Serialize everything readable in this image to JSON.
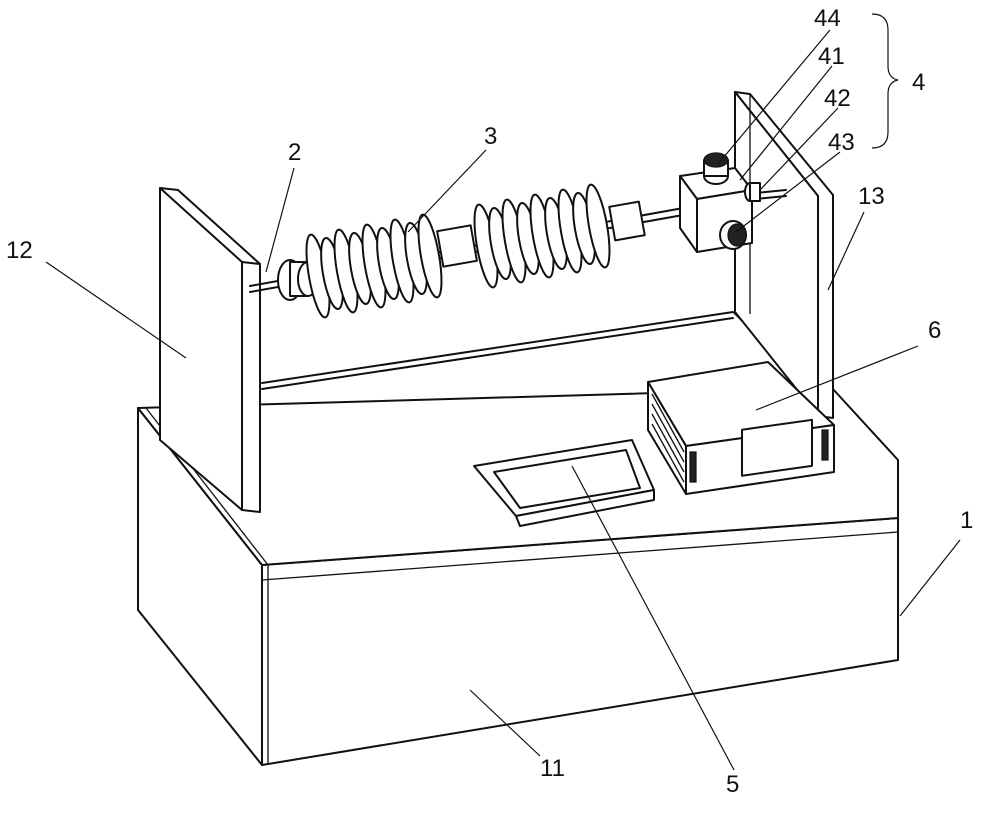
{
  "labels": {
    "l1": "1",
    "l2": "2",
    "l3": "3",
    "l4": "4",
    "l5": "5",
    "l6": "6",
    "l11": "11",
    "l12": "12",
    "l13": "13",
    "l41": "41",
    "l42": "42",
    "l43": "43",
    "l44": "44"
  }
}
